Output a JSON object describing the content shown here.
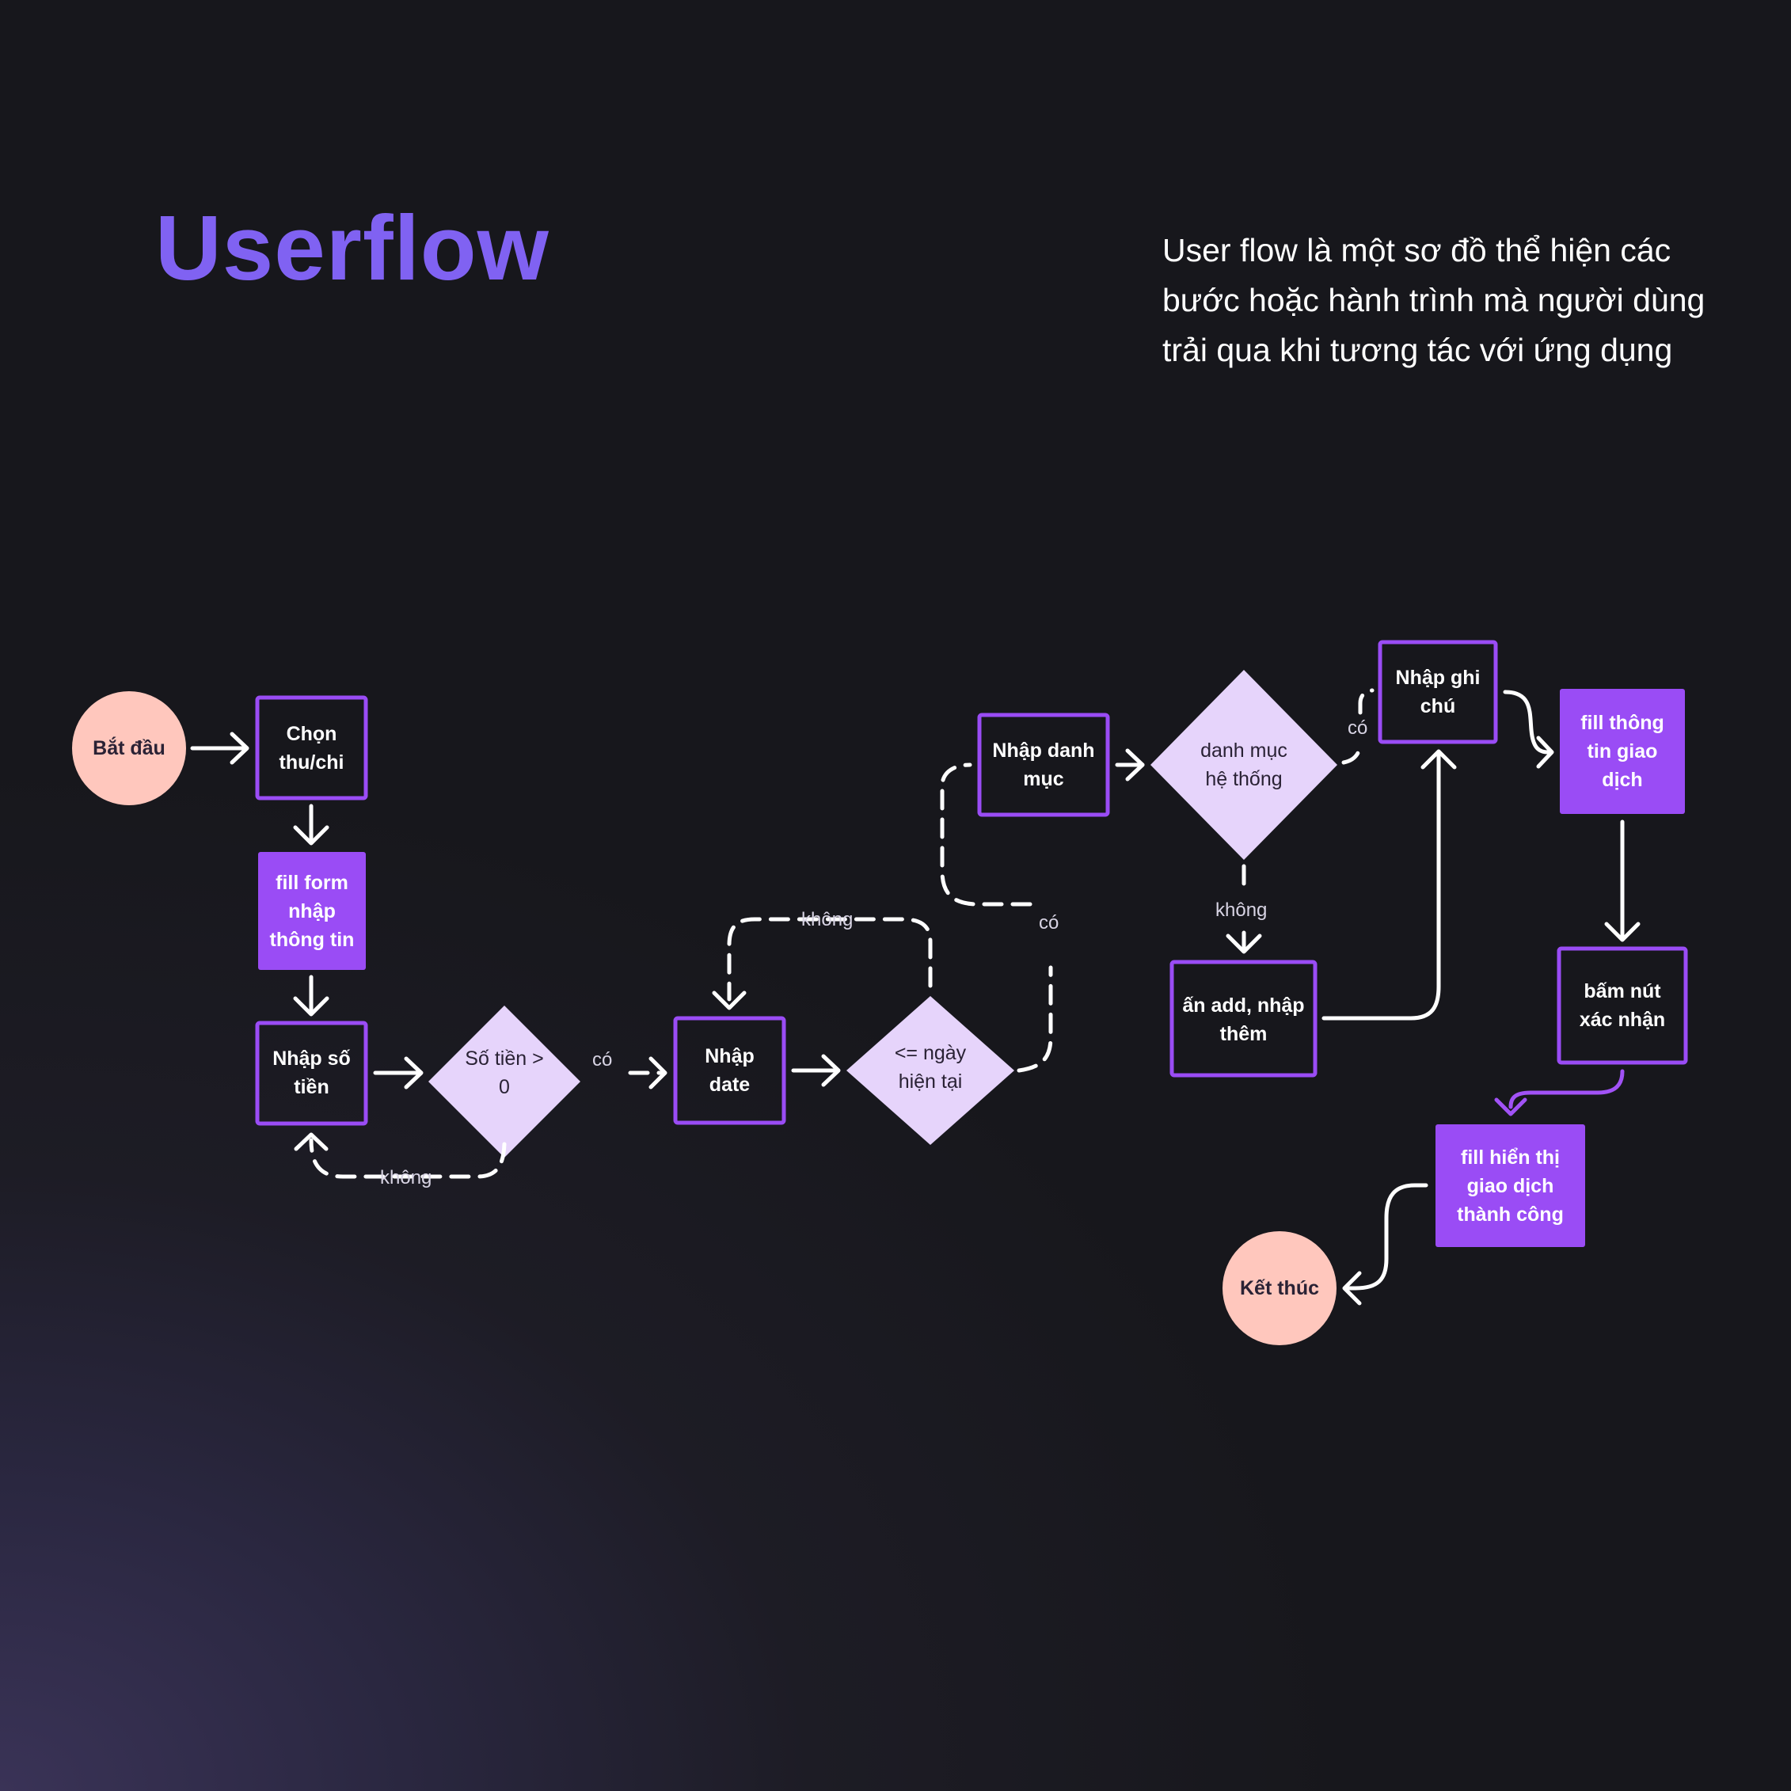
{
  "title": "Userflow",
  "description": "User flow là một sơ đồ thể hiện các bước hoặc hành trình mà người dùng trải qua khi tương tác với ứng dụng",
  "nodes": {
    "start": "Bắt đầu",
    "choose_type": "Chọn thu/chi",
    "fill_form": "fill form nhập thông tin",
    "enter_amount": "Nhập số tiền",
    "amount_check": "Số tiền > 0",
    "enter_date": "Nhập date",
    "date_check": "<= ngày hiện tại",
    "enter_category": "Nhập danh mục",
    "category_check": "danh mục hệ thống",
    "add_category": "ấn add, nhập thêm",
    "enter_note": "Nhập ghi chú",
    "fill_transaction": "fill thông tin giao dịch",
    "confirm": "bấm nút xác nhận",
    "fill_success": "fill hiển thị giao dịch thành công",
    "end": "Kết thúc"
  },
  "edge_labels": {
    "amount_yes": "có",
    "amount_no": "không",
    "date_no": "không",
    "date_yes": "có",
    "category_yes": "có",
    "category_no": "không"
  },
  "colors": {
    "accent": "#8062f2",
    "box_border": "#9a4cf5",
    "box_fill": "#9a4cf5",
    "diamond_fill": "#e6d4fb",
    "circle_fill": "#ffc7bd",
    "arrow": "#ffffff"
  }
}
